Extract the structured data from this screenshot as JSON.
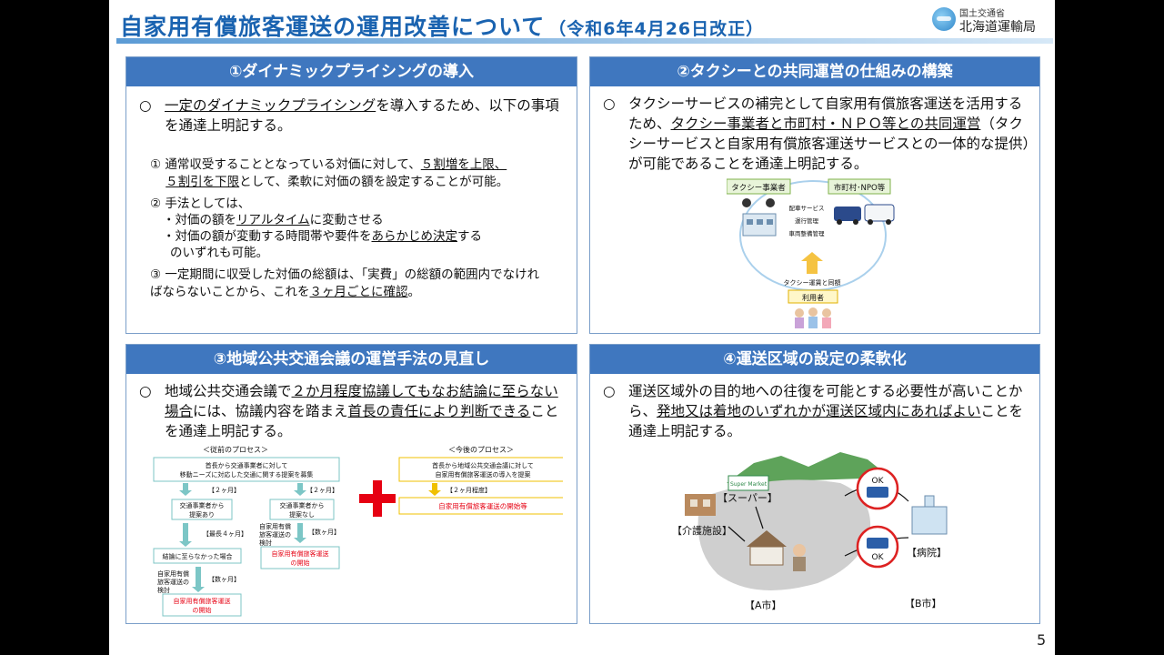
{
  "header": {
    "title": "自家用有償旅客運送の運用改善について",
    "subtitle": "（令和6年4月26日改正）",
    "org_line1": "国土交通省",
    "org_line2": "北海道運輸局"
  },
  "page_number": "5",
  "panel1": {
    "heading": "①ダイナミックプライシングの導入",
    "lead_mark": "○",
    "lead_pre": "",
    "lead_u": "一定のダイナミックプライシング",
    "lead_post": "を導入するため、以下の事項を通達上明記する。",
    "item1_a": "① 通常収受することとなっている対価に対して、",
    "item1_u1": "５割増を上限、",
    "item1_u2": "５割引を下限",
    "item1_b": "として、柔軟に対価の額を設定することが可能。",
    "item2_head": "② 手法としては、",
    "item2_l1_a": "・対価の額を",
    "item2_l1_u": "リアルタイム",
    "item2_l1_b": "に変動させる",
    "item2_l2_a": "・対価の額が変動する時間帯や要件を",
    "item2_l2_u": "あらかじめ決定",
    "item2_l2_b": "する",
    "item2_l3": "のいずれも可能。",
    "item3_a": "③ 一定期間に収受した対価の総額は、「実費」の総額の範囲内でなければならないことから、これを",
    "item3_u": "３ヶ月ごとに確認",
    "item3_b": "。"
  },
  "panel2": {
    "heading": "②タクシーとの共同運営の仕組みの構築",
    "lead_mark": "○",
    "text_a": "タクシーサービスの補完として自家用有償旅客運送を活用するため、",
    "text_u": "タクシー事業者と市町村・ＮＰＯ等との共同運営",
    "text_b": "（タクシーサービスと自家用有償旅客運送サービスとの一体的な提供）が可能であることを通達上明記する。",
    "diagram": {
      "left_label": "タクシー事業者",
      "right_label": "市町村･NPO等",
      "role1": "配車サービス",
      "role2": "運行管理",
      "role3": "車両整備管理",
      "bottom_note": "タクシー運賃と同額",
      "user_label": "利用者"
    }
  },
  "panel3": {
    "heading": "③地域公共交通会議の運営手法の見直し",
    "lead_mark": "○",
    "text_a": "地域公共交通会議で",
    "text_u1": "２か月程度協議してもなお結論に至らない場合",
    "text_b": "には、協議内容を踏まえ",
    "text_u2": "首長の責任により判断できる",
    "text_c": "ことを通達上明記する。",
    "flow": {
      "old_title": "＜従前のプロセス＞",
      "new_title": "＜今後のプロセス＞",
      "old_top_1": "首長から交通事業者に対して",
      "old_top_2": "移動ニーズに対応した交通に関する提案を募集",
      "two_months": "【２ヶ月】",
      "left_box_1": "交通事業者から",
      "left_box_2": "提案あり",
      "max4": "【最長４ヶ月】",
      "right_box_1": "交通事業者から",
      "right_box_2": "提案なし",
      "review_1": "自家用有償",
      "review_2": "旅客運送の",
      "review_3": "検討",
      "several": "【数ヶ月】",
      "start_1": "自家用有償旅客運送",
      "start_2": "の開始",
      "no_conclusion": "結論に至らなかった場合",
      "new_top_1": "首長から地域公共交通会議に対して",
      "new_top_2": "自家用有償旅客運送の導入を提案",
      "about2": "【２ヶ月程度】",
      "new_start": "自家用有償旅客運送の開始等"
    }
  },
  "panel4": {
    "heading": "④運送区域の設定の柔軟化",
    "lead_mark": "○",
    "text_a": "運送区域外の目的地への往復を可能とする必要性が高いことから、",
    "text_u": "発地又は着地のいずれかが運送区域内にあればよい",
    "text_b": "ことを通達上明記する。",
    "map": {
      "supermarket_sign": "Super Market",
      "supermarket": "【スーパー】",
      "care": "【介護施設】",
      "hospital": "【病院】",
      "ok": "OK",
      "city_a": "【A市】",
      "city_b": "【B市】"
    }
  },
  "colors": {
    "title_blue": "#1a63b0",
    "panel_header": "#3f77bf",
    "flow_teal": "#7cc6c6",
    "flow_red": "#e60012",
    "flow_gold": "#f0c000"
  }
}
